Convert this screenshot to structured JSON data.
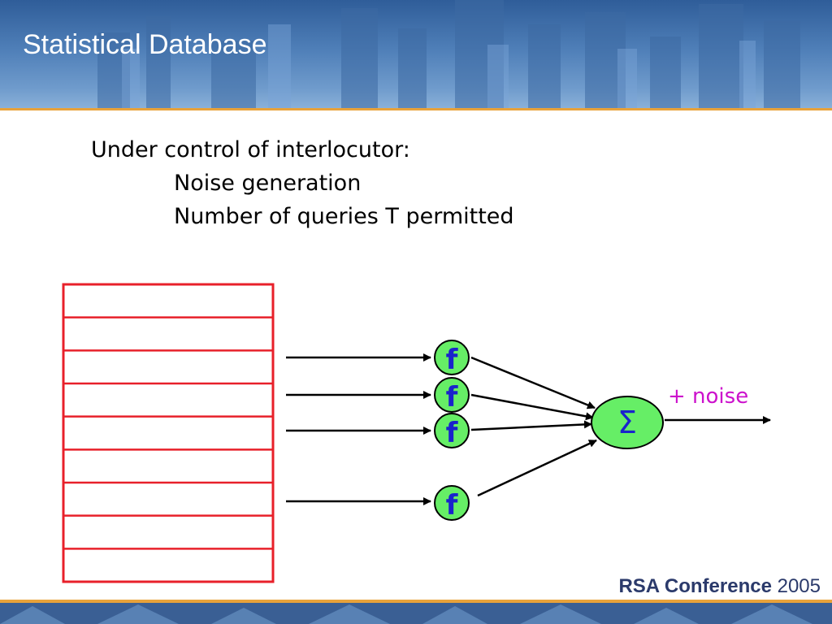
{
  "slide": {
    "title": "Statistical Database",
    "bullets": [
      "Under control of interlocutor:",
      "Noise generation",
      "Number of queries T permitted"
    ]
  },
  "diagram": {
    "database_rows": 9,
    "function_symbol": "f",
    "function_count": 4,
    "sum_symbol": "Σ",
    "noise_label": "+ noise",
    "colors": {
      "table_border": "#e8202a",
      "node_fill": "#66ee66",
      "function_text": "#1a22cc",
      "sum_text": "#1a22cc",
      "noise_text": "#cc11cc"
    }
  },
  "footer": {
    "brand": "RSA Conference",
    "year": "2005"
  }
}
